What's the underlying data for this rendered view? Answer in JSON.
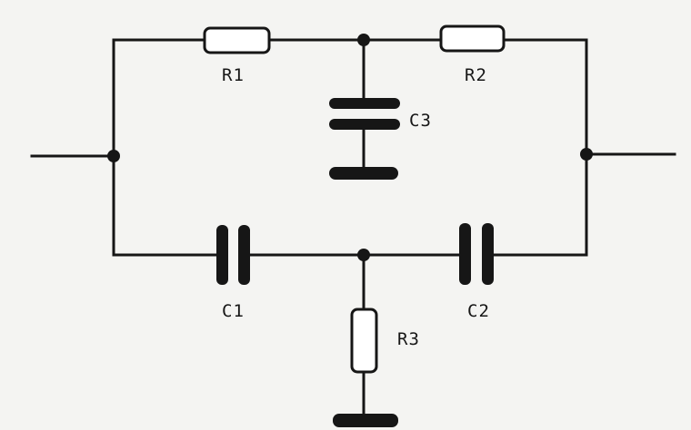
{
  "components": {
    "r1": "R1",
    "r2": "R2",
    "r3": "R3",
    "c1": "C1",
    "c2": "C2",
    "c3": "C3"
  },
  "colors": {
    "ink": "#161616",
    "paper": "#f4f4f2"
  }
}
